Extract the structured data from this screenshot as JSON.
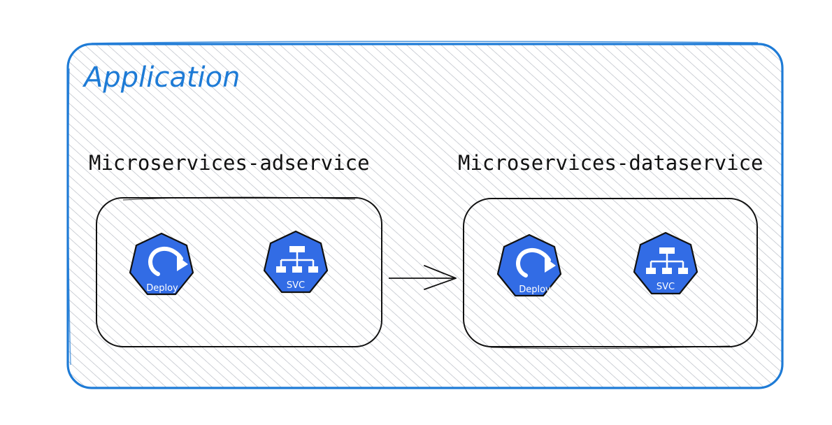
{
  "application": {
    "title": "Application",
    "accent_color": "#1e7bd6"
  },
  "services": [
    {
      "title": "Microservices-adservice",
      "components": [
        {
          "label": "Deploy",
          "icon": "deployment-icon"
        },
        {
          "label": "SVC",
          "icon": "service-icon"
        }
      ]
    },
    {
      "title": "Microservices-dataservice",
      "components": [
        {
          "label": "Deploy",
          "icon": "deployment-icon"
        },
        {
          "label": "SVC",
          "icon": "service-icon"
        }
      ]
    }
  ],
  "connection": {
    "from": "Microservices-adservice",
    "to": "Microservices-dataservice"
  },
  "colors": {
    "badge_fill": "#326ce5",
    "outline": "#111111",
    "hatch": "#b3b8c1"
  }
}
